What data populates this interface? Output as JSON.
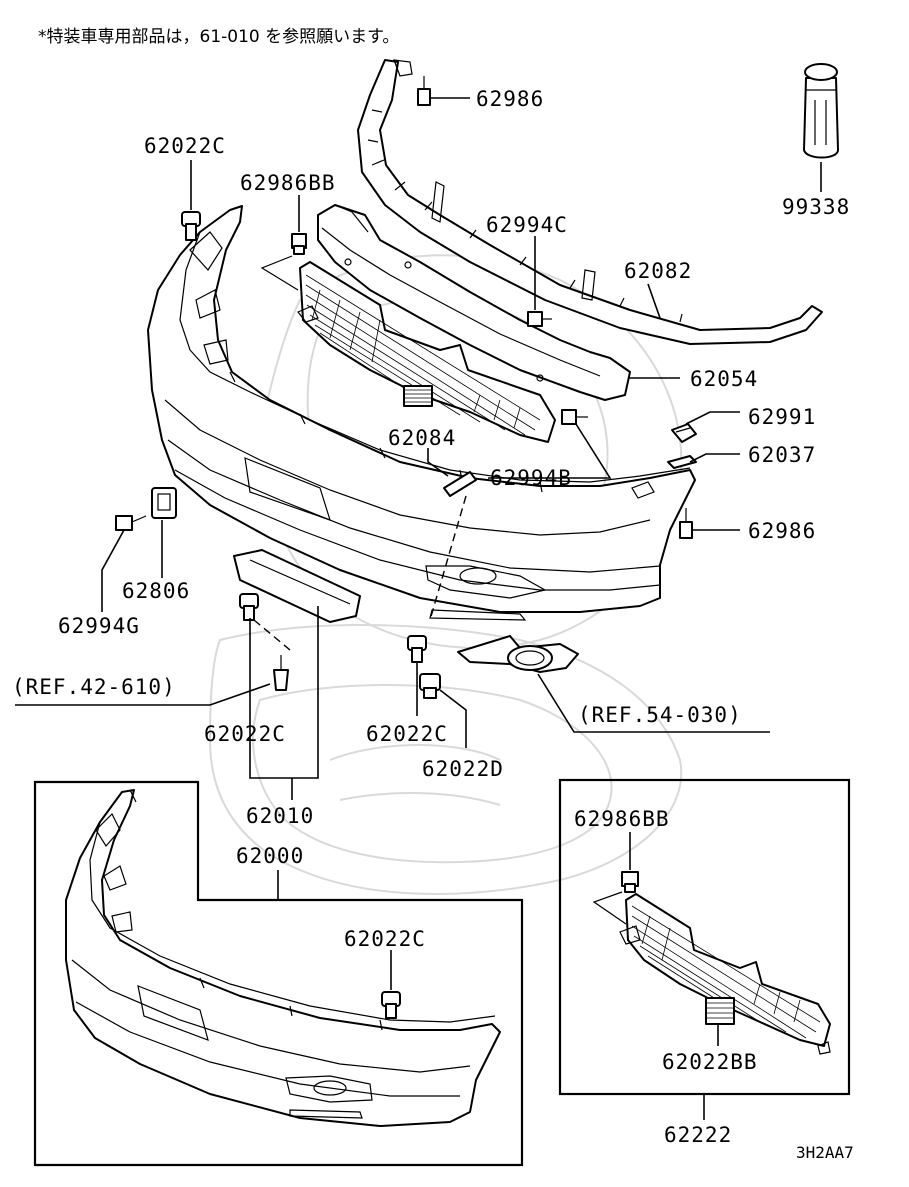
{
  "header_note": "*特装車専用部品は，61-010 を参照願います。",
  "diagram_code": "3H2AA7",
  "labels": {
    "p62986_top": "62986",
    "p99338": "99338",
    "p62022C_top": "62022C",
    "p62986BB": "62986BB",
    "p62994C": "62994C",
    "p62082": "62082",
    "p62054": "62054",
    "p62991": "62991",
    "p62037": "62037",
    "p62084": "62084",
    "p62994B": "62994B",
    "p62986_right": "62986",
    "p62806": "62806",
    "p62994G": "62994G",
    "ref42": "(REF.42-610)",
    "ref54": "(REF.54-030)",
    "p62022C_left": "62022C",
    "p62022C_mid": "62022C",
    "p62022D": "62022D",
    "p62010": "62010",
    "p62000": "62000",
    "p62022C_box": "62022C",
    "p62986BB_box": "62986BB",
    "p62022BB": "62022BB",
    "p62222": "62222"
  }
}
